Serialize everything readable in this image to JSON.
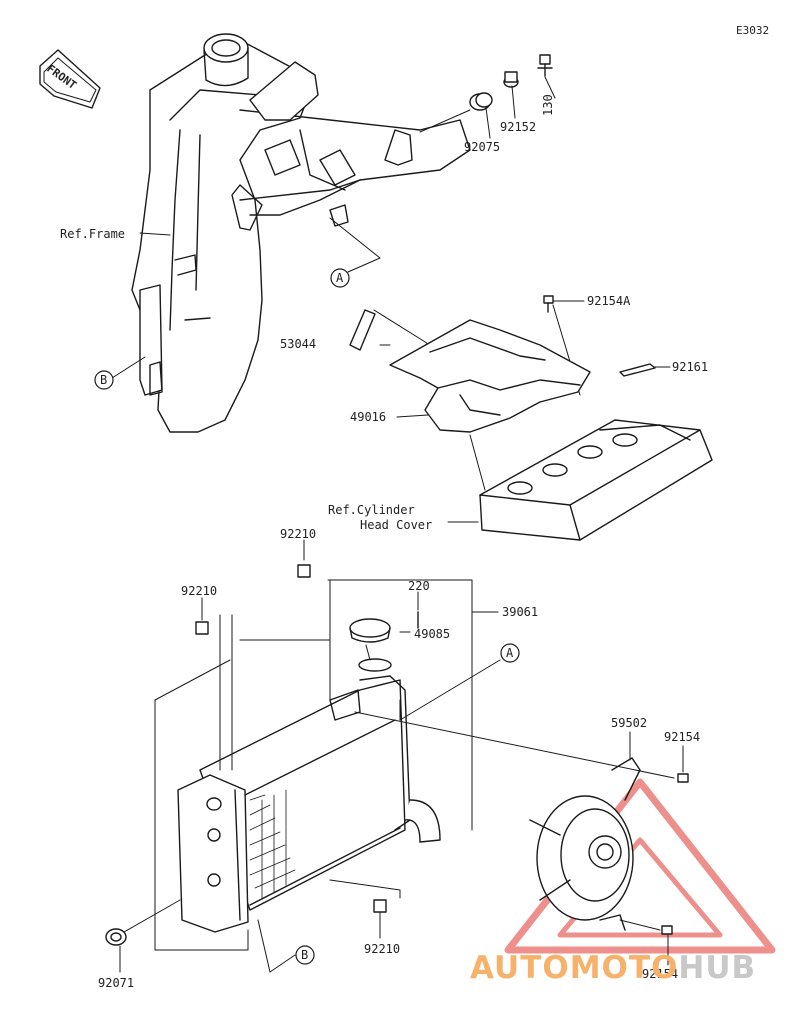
{
  "diagram_code": "E3032",
  "front_label": "FRONT",
  "parts": {
    "p130": "130",
    "p92152": "92152",
    "p92075": "92075",
    "p92154A": "92154A",
    "p53044": "53044",
    "p92161": "92161",
    "p49016": "49016",
    "p92210a": "92210",
    "p92210b": "92210",
    "p92210c": "92210",
    "p220": "220",
    "p39061": "39061",
    "p49085": "49085",
    "p59502": "59502",
    "p92154a": "92154",
    "p92154b": "92154",
    "p92071": "92071"
  },
  "refs": {
    "frame": "Ref.Frame",
    "cyl_line1": "Ref.Cylinder",
    "cyl_line2": "Head Cover"
  },
  "callouts": {
    "a1": "A",
    "a2": "A",
    "b1": "B",
    "b2": "B"
  },
  "watermark": {
    "part1": "AUTOMOTO",
    "part2": "HUB",
    "accent": "#e0342c"
  }
}
